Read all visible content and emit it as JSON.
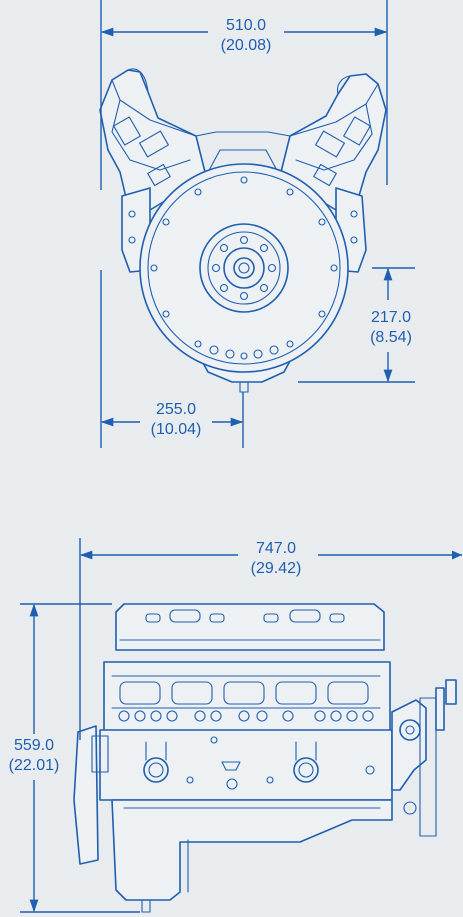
{
  "colors": {
    "line": "#1f5fb0",
    "background": "#e8ecef"
  },
  "front_view": {
    "width_dimension": {
      "value": "510.0",
      "inches": "(20.08)"
    },
    "crank_height_dimension": {
      "value": "217.0",
      "inches": "(8.54)"
    },
    "crank_offset_dimension": {
      "value": "255.0",
      "inches": "(10.04)"
    }
  },
  "side_view": {
    "length_dimension": {
      "value": "747.0",
      "inches": "(29.42)"
    },
    "height_dimension": {
      "value": "559.0",
      "inches": "(22.01)"
    }
  }
}
